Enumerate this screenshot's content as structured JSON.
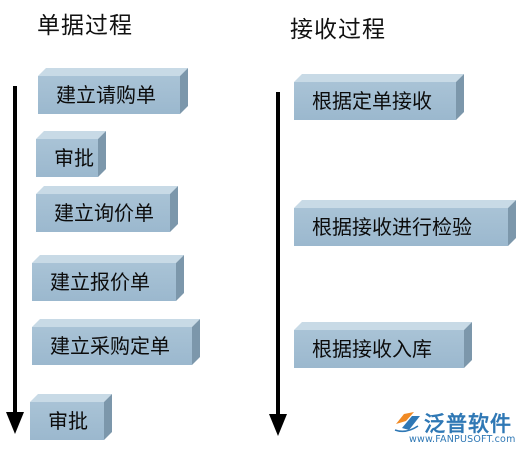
{
  "left_column": {
    "title": "单据过程",
    "steps": [
      "建立请购单",
      "审批",
      "建立询价单",
      "建立报价单",
      "建立采购定单",
      "审批"
    ]
  },
  "right_column": {
    "title": "接收过程",
    "steps": [
      "根据定单接收",
      "根据接收进行检验",
      "根据接收入库"
    ]
  },
  "logo": {
    "name": "泛普软件",
    "url": "www.FANPUSOFT.com",
    "icon": "fanpu-logo-icon"
  },
  "colors": {
    "box_front": "#a9c3d6",
    "box_top": "#c8dae6",
    "box_side": "#7c97ab",
    "arrow": "#000000",
    "logo": "#2f78b5"
  }
}
